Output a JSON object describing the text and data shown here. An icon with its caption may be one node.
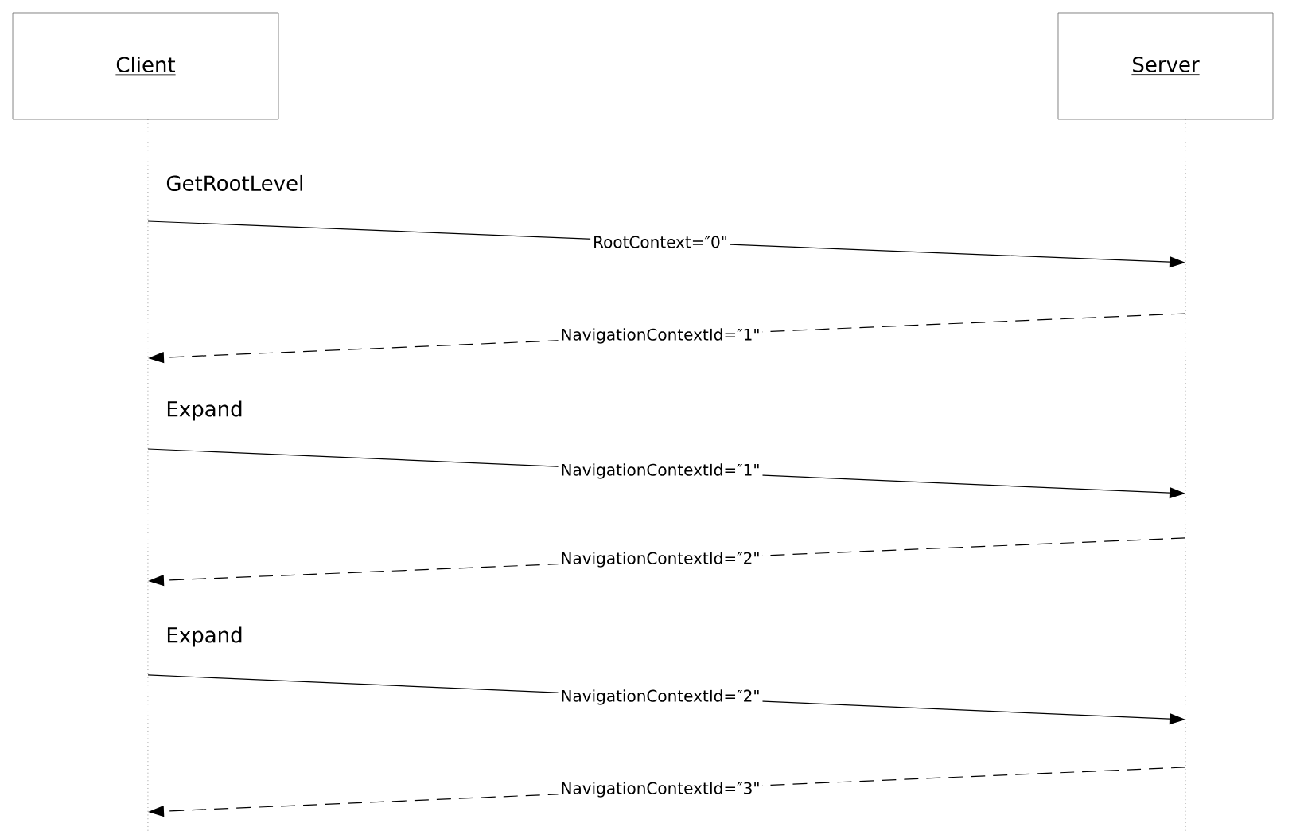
{
  "diagram": {
    "nodes": [
      {
        "text": [
          "Client"
        ]
      },
      {
        "text": [
          "Server"
        ]
      },
      {
        "text": [],
        "shape": "line"
      },
      {
        "text": [],
        "shape": "line"
      }
    ],
    "edges": [
      {
        "from": 2,
        "to": 3,
        "arrow": "to",
        "label": "RootContext=″0\""
      },
      {
        "from": 3,
        "to": 2,
        "arrow": "to",
        "label": "NavigationContextId=″1\"",
        "style": "dashed"
      },
      {
        "from": 2,
        "to": 3,
        "arrow": "to",
        "label": "NavigationContextId=″1\""
      },
      {
        "from": 3,
        "to": 2,
        "arrow": "to",
        "label": "NavigationContextId=″2\"",
        "style": "dashed"
      },
      {
        "from": 2,
        "to": 3,
        "arrow": "to",
        "label": "NavigationContextId=″2\""
      },
      {
        "from": 3,
        "to": 2,
        "arrow": "to",
        "label": "NavigationContextId=″3\"",
        "style": "dashed"
      }
    ],
    "labels": [
      "GetRootLevel",
      "Expand",
      "Expand"
    ]
  }
}
